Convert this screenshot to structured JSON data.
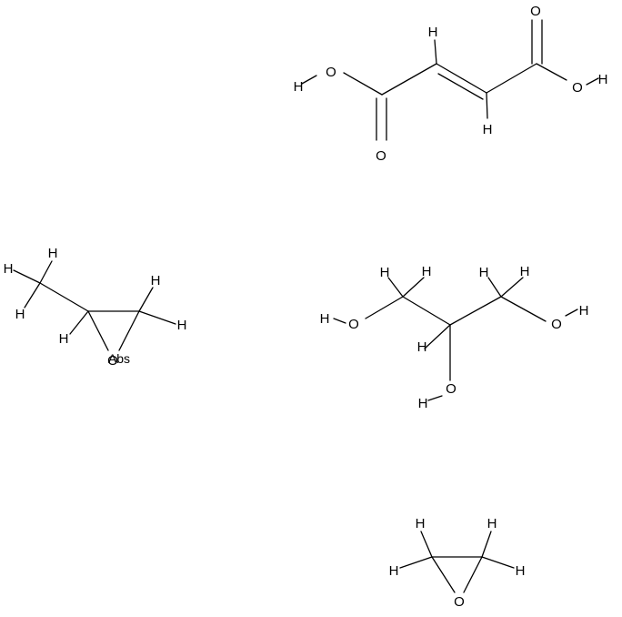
{
  "molecules": [
    {
      "id": "fumaric-acid",
      "atoms": {
        "o_top": "O",
        "o_bottom": "O",
        "o_left_hydroxyl": "O",
        "o_right_hydroxyl": "O",
        "h_left_hydroxyl": "H",
        "h_right_hydroxyl": "H",
        "h_c2": "H",
        "h_c3": "H"
      }
    },
    {
      "id": "methyloxirane",
      "atoms": {
        "h_methyl_1": "H",
        "h_methyl_2": "H",
        "h_methyl_3": "H",
        "h_ring_c": "H",
        "h_ch2_1": "H",
        "h_ch2_2": "H",
        "o_ring": "O"
      },
      "stereo_label": "Abs"
    },
    {
      "id": "glycerol",
      "atoms": {
        "o_left": "O",
        "h_left": "H",
        "o_right": "O",
        "h_right": "H",
        "o_middle": "O",
        "h_middle": "H",
        "h_c1_a": "H",
        "h_c1_b": "H",
        "h_c3_a": "H",
        "h_c3_b": "H",
        "h_c2": "H"
      }
    },
    {
      "id": "oxirane",
      "atoms": {
        "h_c1_a": "H",
        "h_c1_b": "H",
        "h_c2_a": "H",
        "h_c2_b": "H",
        "o_ring": "O"
      }
    }
  ]
}
